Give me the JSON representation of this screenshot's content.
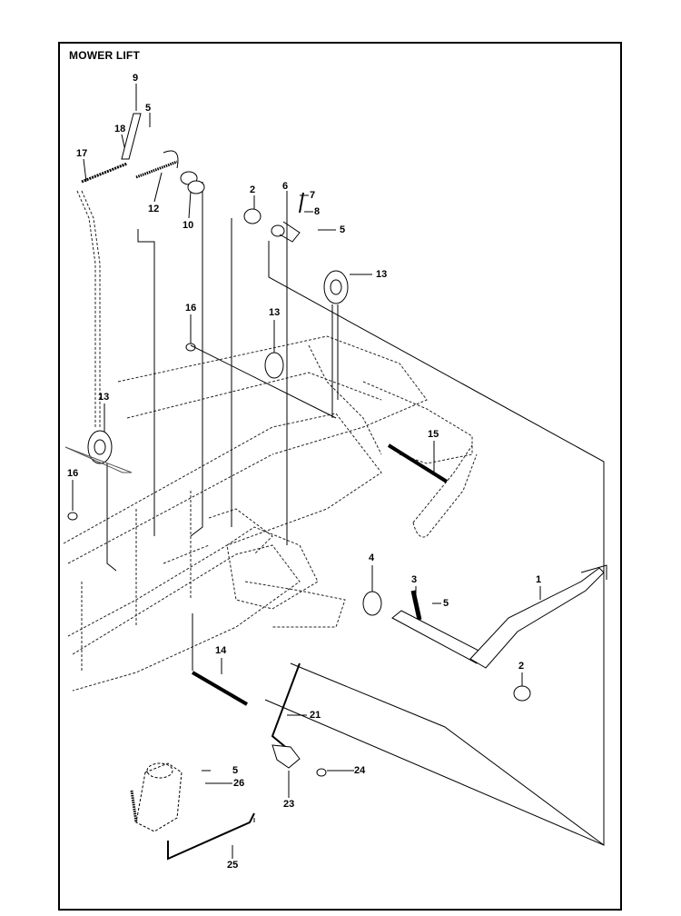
{
  "title": "MOWER LIFT",
  "callouts": [
    {
      "id": "c9",
      "label": "9"
    },
    {
      "id": "c5a",
      "label": "5"
    },
    {
      "id": "c18",
      "label": "18"
    },
    {
      "id": "c17",
      "label": "17"
    },
    {
      "id": "c12",
      "label": "12"
    },
    {
      "id": "c10",
      "label": "10"
    },
    {
      "id": "c2a",
      "label": "2"
    },
    {
      "id": "c6",
      "label": "6"
    },
    {
      "id": "c7",
      "label": "7"
    },
    {
      "id": "c8",
      "label": "8"
    },
    {
      "id": "c5b",
      "label": "5"
    },
    {
      "id": "c13a",
      "label": "13"
    },
    {
      "id": "c16a",
      "label": "16"
    },
    {
      "id": "c13b",
      "label": "13"
    },
    {
      "id": "c13c",
      "label": "13"
    },
    {
      "id": "c15",
      "label": "15"
    },
    {
      "id": "c16b",
      "label": "16"
    },
    {
      "id": "c4",
      "label": "4"
    },
    {
      "id": "c3",
      "label": "3"
    },
    {
      "id": "c5c",
      "label": "5"
    },
    {
      "id": "c1",
      "label": "1"
    },
    {
      "id": "c2b",
      "label": "2"
    },
    {
      "id": "c14",
      "label": "14"
    },
    {
      "id": "c21",
      "label": "21"
    },
    {
      "id": "c5d",
      "label": "5"
    },
    {
      "id": "c26",
      "label": "26"
    },
    {
      "id": "c24",
      "label": "24"
    },
    {
      "id": "c23",
      "label": "23"
    },
    {
      "id": "c25",
      "label": "25"
    }
  ]
}
